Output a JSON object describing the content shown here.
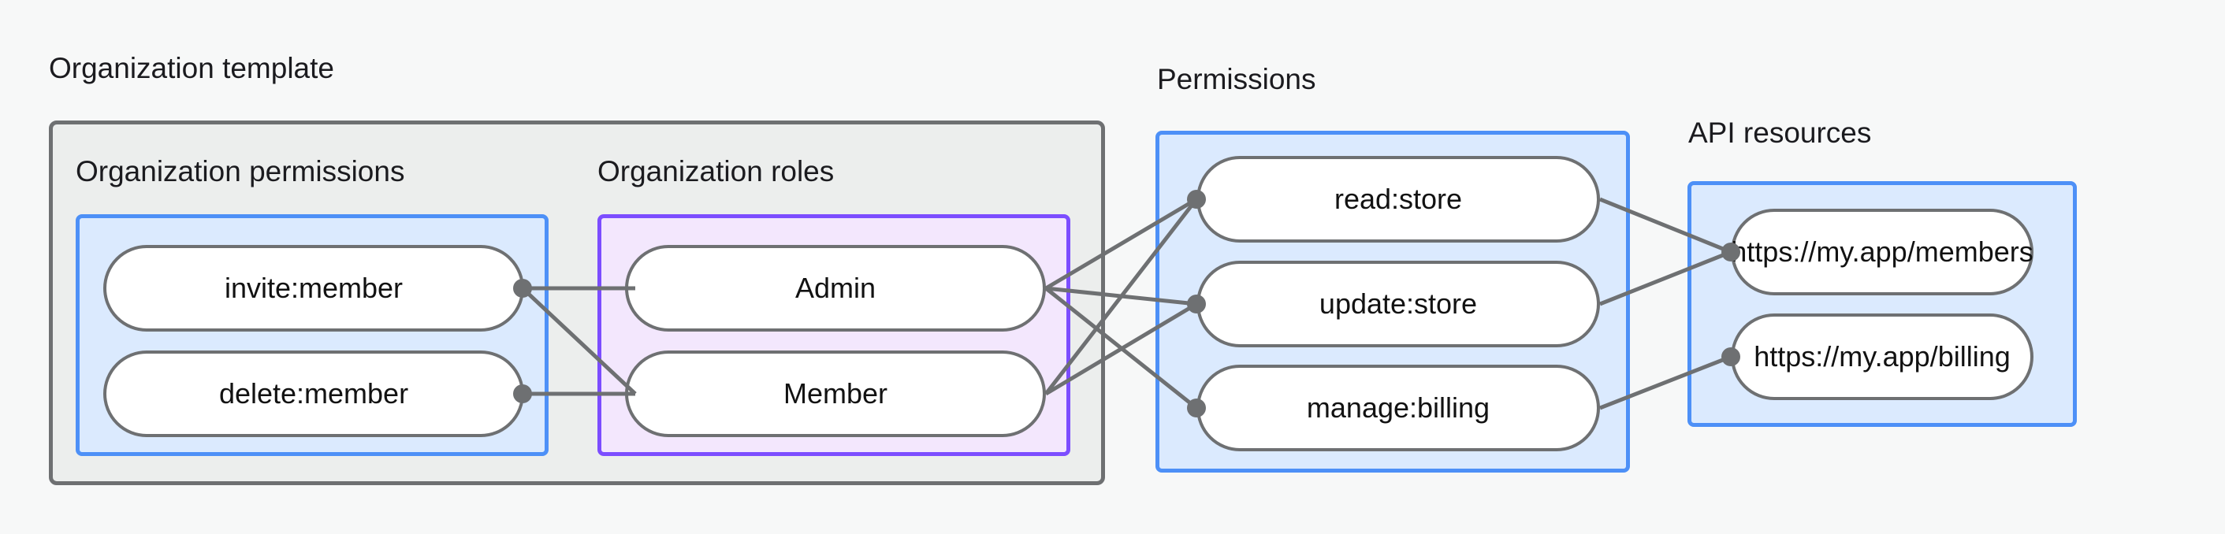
{
  "diagram": {
    "title_labels": {
      "organization_template": "Organization template",
      "permissions": "Permissions",
      "api_resources": "API resources"
    },
    "sections": {
      "organization_permissions": "Organization permissions",
      "organization_roles": "Organization roles"
    },
    "organization_permissions": [
      {
        "label": "invite:member"
      },
      {
        "label": "delete:member"
      }
    ],
    "organization_roles": [
      {
        "label": "Admin"
      },
      {
        "label": "Member"
      }
    ],
    "permissions": [
      {
        "label": "read:store"
      },
      {
        "label": "update:store"
      },
      {
        "label": "manage:billing"
      }
    ],
    "api_resources": [
      {
        "label": "https://my.app/members"
      },
      {
        "label": "https://my.app/billing"
      }
    ],
    "colors": {
      "background": "#f7f8f8",
      "outer_group_fill": "#eceeed",
      "outer_group_border": "#6e7072",
      "blue_group_fill": "#dbeafe",
      "blue_group_border": "#4d90f7",
      "purple_group_fill": "#f3e7fd",
      "purple_group_border": "#7c4dff",
      "node_fill": "#ffffff",
      "node_border": "#6e7072",
      "edge": "#6e7072",
      "text": "#121212"
    },
    "edges": [
      {
        "from": "invite:member",
        "to": "Admin"
      },
      {
        "from": "invite:member",
        "to": "Member"
      },
      {
        "from": "delete:member",
        "to": "Member"
      },
      {
        "from": "Admin",
        "to": "read:store"
      },
      {
        "from": "Admin",
        "to": "update:store"
      },
      {
        "from": "Admin",
        "to": "manage:billing"
      },
      {
        "from": "Member",
        "to": "read:store"
      },
      {
        "from": "Member",
        "to": "update:store"
      },
      {
        "from": "read:store",
        "to": "https://my.app/members"
      },
      {
        "from": "update:store",
        "to": "https://my.app/members"
      },
      {
        "from": "manage:billing",
        "to": "https://my.app/billing"
      }
    ]
  }
}
